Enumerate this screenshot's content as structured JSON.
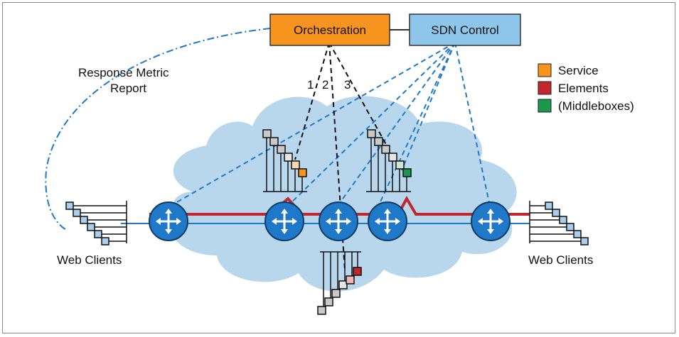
{
  "boxes": {
    "orchestration": "Orchestration",
    "sdn_control": "SDN Control"
  },
  "labels": {
    "response_metric_line1": "Response Metric",
    "response_metric_line2": "Report",
    "web_clients_left": "Web Clients",
    "web_clients_right": "Web Clients",
    "step1": "1",
    "step2": "2",
    "step3": "3"
  },
  "legend": [
    {
      "color": "#f7941d",
      "label": "Service"
    },
    {
      "color": "#c1272d",
      "label": "Elements"
    },
    {
      "color": "#1a9850",
      "label": "(Middleboxes)"
    }
  ],
  "colors": {
    "cloud": "#b9d7ec",
    "router": "#1f78c8",
    "path_red": "#c1272d",
    "link_blue": "#1f78c8",
    "control_box": "#8ec5ea",
    "orchestration_box": "#f7941d"
  }
}
